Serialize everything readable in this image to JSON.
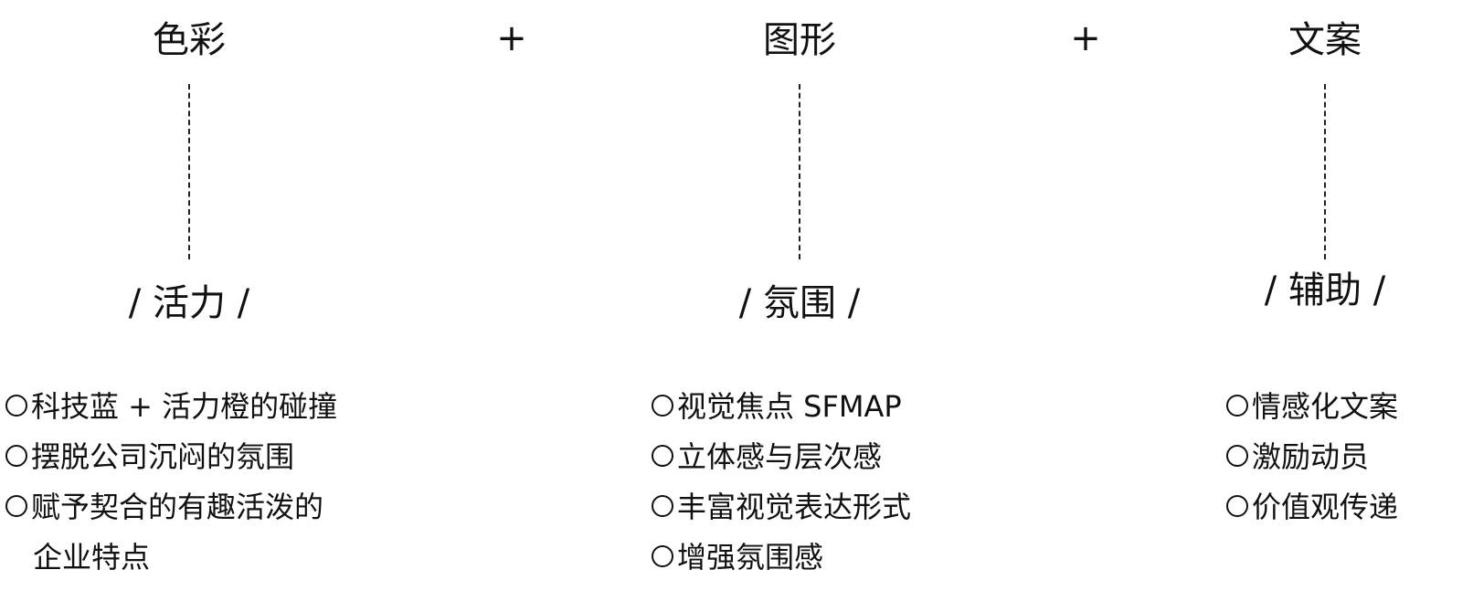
{
  "columns": [
    {
      "heading": "色彩",
      "subheading": "/ 活力 /",
      "items": [
        [
          "科技蓝 + 活力橙的碰撞"
        ],
        [
          "摆脱公司沉闷的氛围"
        ],
        [
          "赋予契合的有趣活泼的",
          "企业特点"
        ]
      ]
    },
    {
      "heading": "图形",
      "subheading": "/ 氛围 /",
      "items": [
        [
          "视觉焦点 SFMAP"
        ],
        [
          "立体感与层次感"
        ],
        [
          "丰富视觉表达形式"
        ],
        [
          "增强氛围感"
        ]
      ]
    },
    {
      "heading": "文案",
      "subheading": "/ 辅助 /",
      "items": [
        [
          "情感化文案"
        ],
        [
          "激励动员"
        ],
        [
          "价值观传递"
        ]
      ]
    }
  ],
  "operators": [
    "+",
    "+"
  ],
  "bullet_icon": "circle-outline-icon"
}
